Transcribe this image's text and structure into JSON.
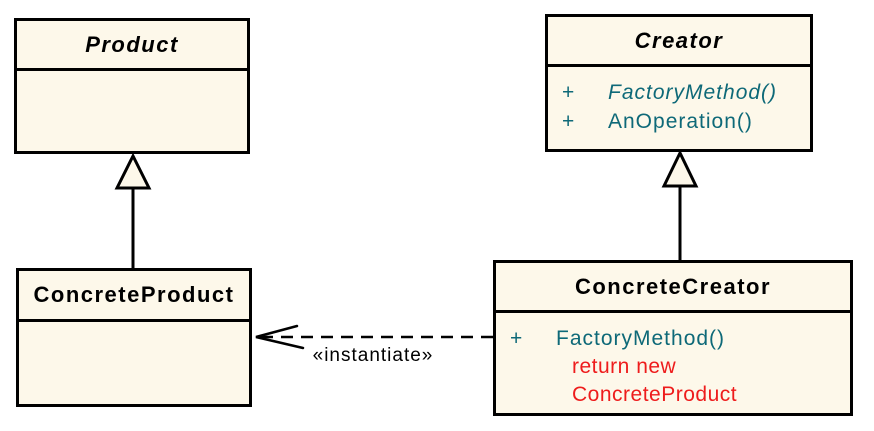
{
  "colors": {
    "background": "#ffffff",
    "box_fill": "#fdf8ea",
    "box_border": "#000000",
    "title_color": "#000000",
    "method_color": "#0e6978",
    "note_color": "#ee1c1c",
    "line_color": "#000000"
  },
  "classes": {
    "product": {
      "name": "Product",
      "abstract": true
    },
    "creator": {
      "name": "Creator",
      "abstract": true,
      "members": [
        {
          "visibility": "+",
          "signature": "FactoryMethod()",
          "abstract": true
        },
        {
          "visibility": "+",
          "signature": "AnOperation()",
          "abstract": false
        }
      ]
    },
    "concrete_product": {
      "name": "ConcreteProduct",
      "abstract": false
    },
    "concrete_creator": {
      "name": "ConcreteCreator",
      "abstract": false,
      "members": [
        {
          "visibility": "+",
          "signature": "FactoryMethod()",
          "abstract": false
        }
      ],
      "note_lines": [
        "return new",
        "ConcreteProduct"
      ]
    }
  },
  "relations": {
    "generalization_product": {
      "from": "ConcreteProduct",
      "to": "Product",
      "type": "generalization"
    },
    "generalization_creator": {
      "from": "ConcreteCreator",
      "to": "Creator",
      "type": "generalization"
    },
    "instantiate": {
      "from": "ConcreteCreator",
      "to": "ConcreteProduct",
      "type": "dependency",
      "label": "«instantiate»"
    }
  }
}
